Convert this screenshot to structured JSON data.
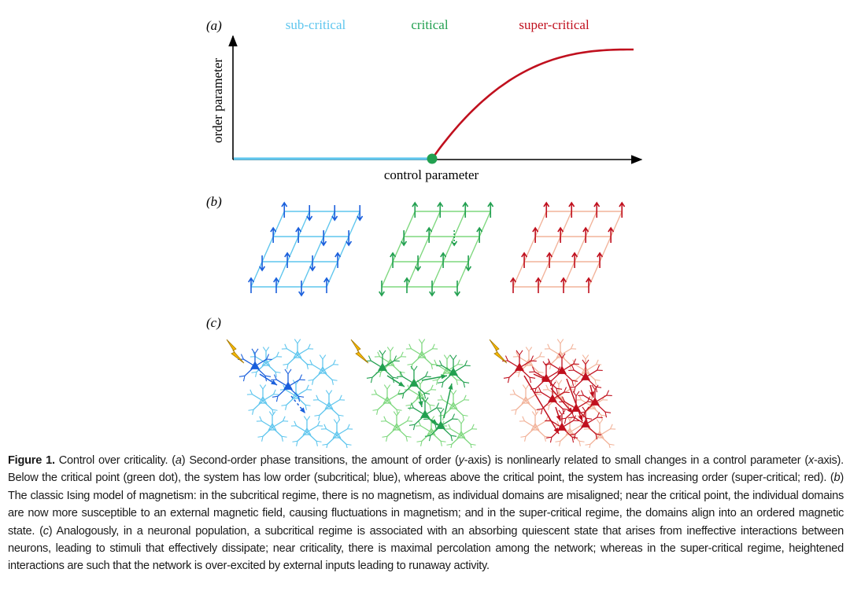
{
  "panels": {
    "a": {
      "label": "(a)",
      "regime_labels": {
        "sub": "sub-critical",
        "crit": "critical",
        "super": "super-critical"
      },
      "ylabel": "order parameter",
      "xlabel": "control parameter"
    },
    "b": {
      "label": "(b)"
    },
    "c": {
      "label": "(c)"
    }
  },
  "colors": {
    "sub": "#5fc6ee",
    "sub_dark": "#1a5fdc",
    "crit": "#22a050",
    "crit_light": "#7fd87f",
    "super": "#c0101e",
    "super_light": "#f2b39a",
    "bolt": "#f5b800"
  },
  "caption": {
    "fig_label": "Figure 1.",
    "segments": [
      [
        " Control over criticality. (",
        ""
      ],
      [
        "a",
        "i"
      ],
      [
        ") Second-order phase transitions, the amount of order (",
        ""
      ],
      [
        "y",
        "i"
      ],
      [
        "-axis) is nonlinearly related to small changes in a control parameter (",
        ""
      ],
      [
        "x",
        "i"
      ],
      [
        "-axis). Below the critical point (green dot), the system has low order (subcritical; blue), whereas above the critical point, the system has increasing order (super-critical; red). (",
        ""
      ],
      [
        "b",
        "i"
      ],
      [
        ") The classic Ising model of magnetism: in the subcritical regime, there is no magnetism, as individual domains are misaligned; near the critical point, the individual domains are now more susceptible to an external magnetic field, causing fluctuations in magnetism; and in the super-critical regime, the domains align into an ordered magnetic state. (",
        ""
      ],
      [
        "c",
        "i"
      ],
      [
        ") Analogously, in a neuronal population, a subcritical regime is associated with an absorbing quiescent state that arises from ineffective interactions between neurons, leading to stimuli that effectively dissipate; near criticality, there is maximal percolation among the network; whereas in the super-critical regime, heightened interactions are such that the network is over-excited by external inputs leading to runaway activity.",
        ""
      ]
    ]
  }
}
